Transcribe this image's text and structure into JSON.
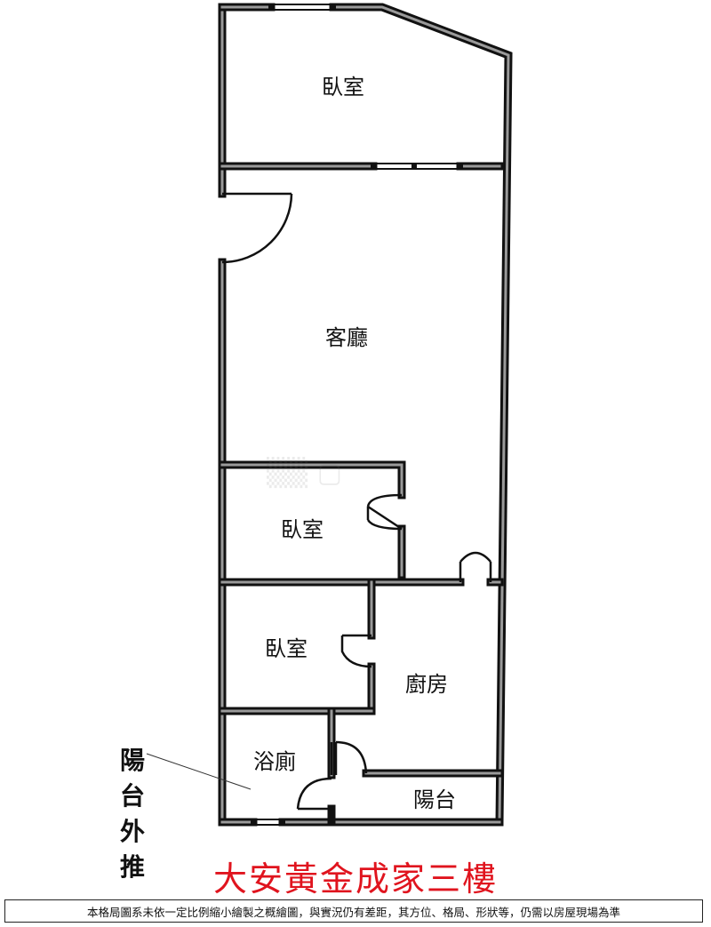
{
  "rooms": {
    "bedroom_top": "臥室",
    "living_room": "客廳",
    "bedroom_middle": "臥室",
    "bedroom_lower": "臥室",
    "kitchen": "廚房",
    "bathroom": "浴廁",
    "balcony": "陽台"
  },
  "side_note": [
    "陽",
    "台",
    "外",
    "推"
  ],
  "title": "大安黃金成家三樓",
  "disclaimer": "本格局圖系未依一定比例縮小繪製之概繪圖，與實況仍有差距，其方位、格局、形狀等，仍需以房屋現場為準",
  "colors": {
    "wall": "#111111",
    "wall_core": "#9a9a9a",
    "title": "#e0141e"
  }
}
